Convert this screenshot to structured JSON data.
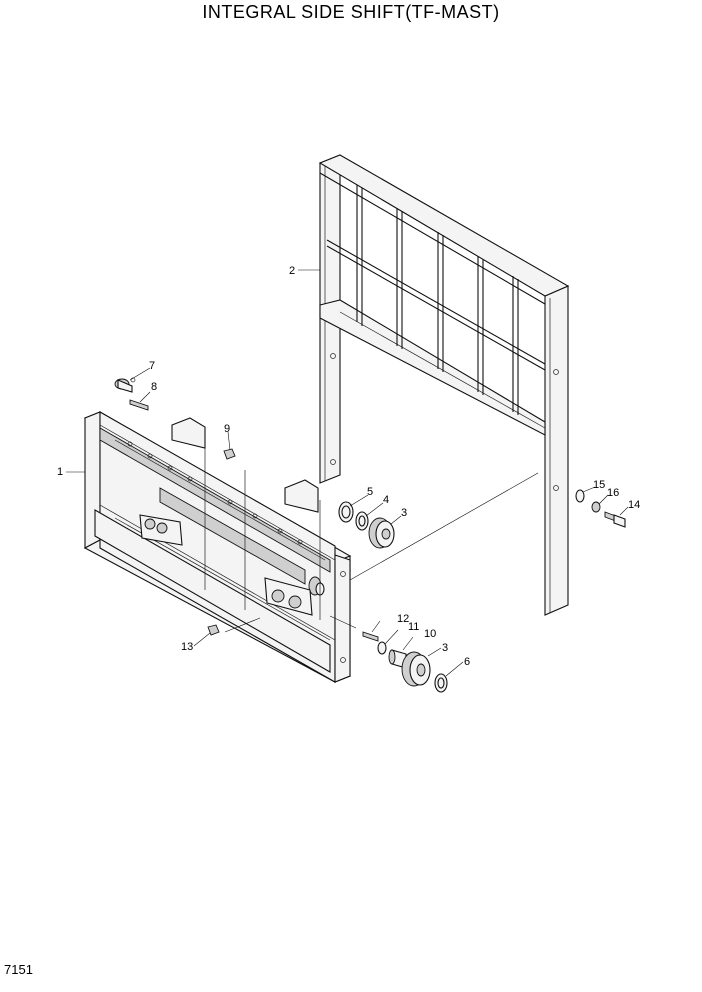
{
  "title": "INTEGRAL SIDE SHIFT(TF-MAST)",
  "page_number": "7151",
  "callouts": [
    {
      "id": "c1",
      "label": "1"
    },
    {
      "id": "c2",
      "label": "2"
    },
    {
      "id": "c3a",
      "label": "3"
    },
    {
      "id": "c3b",
      "label": "3"
    },
    {
      "id": "c4",
      "label": "4"
    },
    {
      "id": "c5",
      "label": "5"
    },
    {
      "id": "c6",
      "label": "6"
    },
    {
      "id": "c7",
      "label": "7"
    },
    {
      "id": "c8",
      "label": "8"
    },
    {
      "id": "c9",
      "label": "9"
    },
    {
      "id": "c10",
      "label": "10"
    },
    {
      "id": "c11",
      "label": "11"
    },
    {
      "id": "c12",
      "label": "12"
    },
    {
      "id": "c13",
      "label": "13"
    },
    {
      "id": "c14",
      "label": "14"
    },
    {
      "id": "c15",
      "label": "15"
    },
    {
      "id": "c16",
      "label": "16"
    }
  ]
}
